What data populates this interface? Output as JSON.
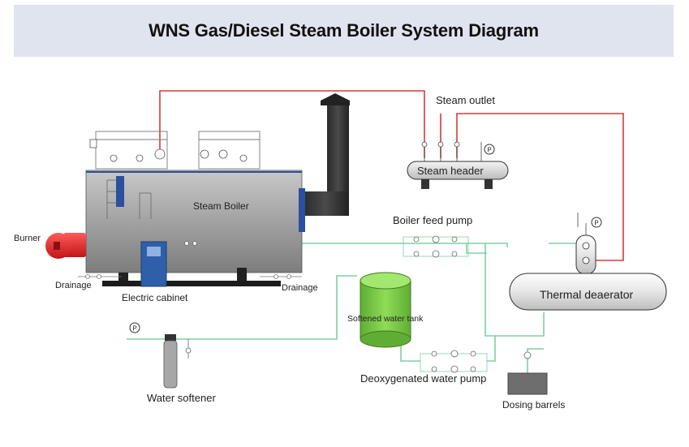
{
  "title": "WNS Gas/Diesel Steam Boiler System Diagram",
  "labels": {
    "steam_outlet": "Steam outlet",
    "steam_header": "Steam header",
    "steam_boiler": "Steam Boiler",
    "boiler_feed_pump": "Boiler feed pump",
    "burner": "Burner",
    "drainage_left": "Drainage",
    "drainage_right": "Drainage",
    "electric_cabinet": "Electric cabinet",
    "thermal_deaerator": "Thermal deaerator",
    "softened_water_tank": "Softened water tank",
    "deoxygenated_water_pump": "Deoxygenated water pump",
    "water_softener": "Water softener",
    "dosing_barrels": "Dosing barrels",
    "gauge_symbol": "P"
  },
  "colors": {
    "steam_line": "#d9383a",
    "water_line": "#7fd0a0",
    "boiler_body": "#9a9a9a",
    "burner": "#e8262a",
    "cabinet": "#2f5fa8",
    "tank": "#7cc84a",
    "title_bg": "#dfe4ee"
  }
}
